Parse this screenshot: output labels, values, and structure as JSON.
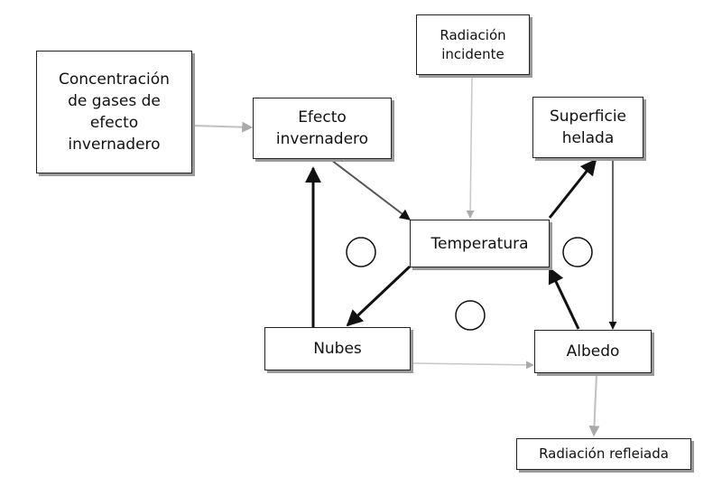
{
  "nodes": {
    "concentracion": "Concentración\nde gases de\nefecto\ninvernadero",
    "efecto": "Efecto\ninvernadero",
    "radiacion_incidente": "Radiación\nincidente",
    "superficie": "Superficie\nhelada",
    "temperatura": "Temperatura",
    "nubes": "Nubes",
    "albedo": "Albedo",
    "radiacion_reflejada": "Radiación  refleiada"
  },
  "colors": {
    "strong_arrow": "#111111",
    "light_arrow": "#bdbdbd",
    "box_border": "#222222",
    "box_shadow": "#9a9a9a"
  }
}
